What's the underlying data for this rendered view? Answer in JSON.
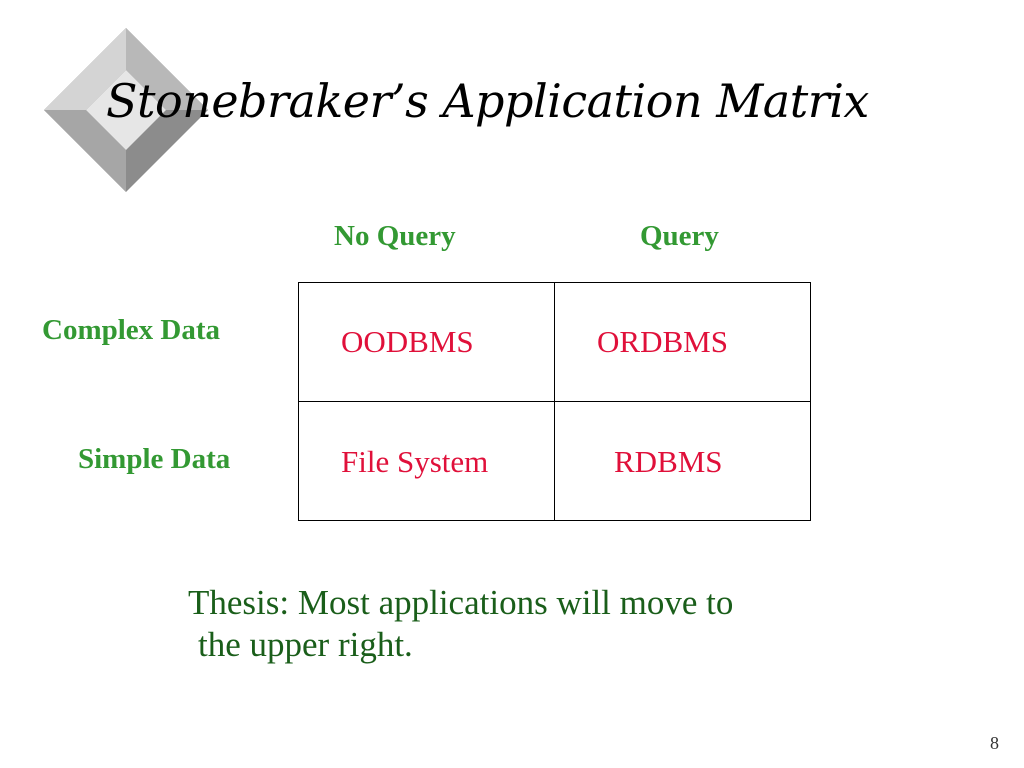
{
  "slide": {
    "title": "Stonebraker’s Application Matrix",
    "page_number": "8"
  },
  "matrix": {
    "column_headers": [
      "No Query",
      "Query"
    ],
    "row_headers": [
      "Complex Data",
      "Simple Data"
    ],
    "cells": [
      [
        "OODBMS",
        "ORDBMS"
      ],
      [
        "File System",
        "RDBMS"
      ]
    ]
  },
  "thesis": {
    "lines": [
      "Thesis:  Most applications will move to",
      "the upper right."
    ]
  },
  "colors": {
    "header_green": "#339933",
    "cell_red": "#e0103a",
    "thesis_green": "#1a5e1a"
  },
  "icons": {
    "decoration": "diamond-icon"
  }
}
